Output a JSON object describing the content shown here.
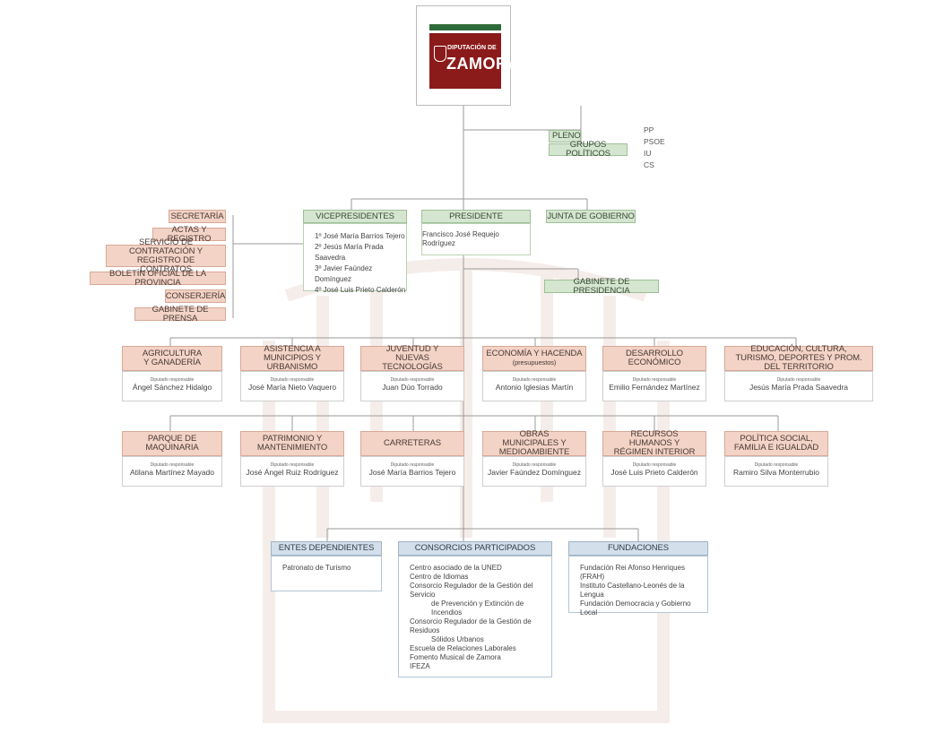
{
  "logo": {
    "line1": "DIPUTACIÓN DE",
    "line2": "ZAMORA",
    "color": "#8b1a1a"
  },
  "pleno": {
    "label": "PLENO",
    "grupos_label": "GRUPOS POLÍTICOS",
    "parties": [
      "PP",
      "PSOE",
      "IU",
      "CS"
    ]
  },
  "vicepresidentes": {
    "title": "VICEPRESIDENTES",
    "members": [
      "1º José María Barrios Tejero",
      "2º Jesús María Prada Saavedra",
      "3º Javier Faúndez Domínguez",
      "4º José Luis Prieto Calderón"
    ]
  },
  "presidente": {
    "title": "PRESIDENTE",
    "name": "Francisco José Requejo Rodríguez"
  },
  "junta": {
    "label": "JUNTA DE GOBIERNO"
  },
  "gabinete_presidencia": {
    "label": "GABINETE DE PRESIDENCIA"
  },
  "staff": [
    "SECRETARÍA",
    "ACTAS Y REGISTRO",
    "SERVICIO DE CONTRATACIÓN Y REGISTRO DE CONTRATOS",
    "BOLETÍN OFICIAL DE LA PROVINCIA",
    "CONSERJERÍA",
    "GABINETE DE PRENSA"
  ],
  "diputado_label": "Diputado responsable",
  "row1": [
    {
      "title": "AGRICULTURA Y GANADERÍA",
      "sub": "",
      "name": "Ángel Sánchez Hidalgo"
    },
    {
      "title": "ASISTENCIA A MUNICIPIOS Y URBANISMO",
      "sub": "",
      "name": "José María Nieto Vaquero"
    },
    {
      "title": "JUVENTUD Y NUEVAS TECNOLOGÍAS",
      "sub": "",
      "name": "Juan Dúo Torrado"
    },
    {
      "title": "ECONOMÍA Y HACENDA",
      "sub": "(presupuestos)",
      "name": "Antonio Iglesias Martín"
    },
    {
      "title": "DESARROLLO ECONÓMICO",
      "sub": "",
      "name": "Emilio Fernández Martínez"
    },
    {
      "title": "EDUCACIÓN, CULTURA, TURISMO, DEPORTES Y PROM. DEL TERRITORIO",
      "sub": "",
      "name": "Jesús María Prada Saavedra"
    }
  ],
  "row2": [
    {
      "title": "PARQUE DE MAQUINARIA",
      "name": "Atilana Martínez Mayado"
    },
    {
      "title": "PATRIMONIO Y MANTENIMIENTO",
      "name": "José Ángel Ruiz Rodríguez"
    },
    {
      "title": "CARRETERAS",
      "name": "José María Barrios Tejero"
    },
    {
      "title": "OBRAS MUNICIPALES Y MEDIOAMBIENTE",
      "name": "Javier Faúndez Domínguez"
    },
    {
      "title": "RECURSOS HUMANOS Y RÉGIMEN INTERIOR",
      "name": "José Luis Prieto Calderón"
    },
    {
      "title": "POLÍTICA SOCIAL, FAMILIA E IGUALDAD",
      "name": "Ramiro Silva Monterrubio"
    }
  ],
  "entes": {
    "title": "ENTES DEPENDIENTES",
    "items": [
      "Patronato de Turismo"
    ]
  },
  "consorcios": {
    "title": "CONSORCIOS PARTICIPADOS",
    "items": [
      "Centro asociado de la UNED",
      "Centro de Idiomas",
      "Consorcio Regulador de la Gestión del Servicio",
      "de Prevención y Extinción de Incendios",
      "Consorcio Regulador de la Gestión de Residuos",
      "Sólidos Urbanos",
      "Escuela de Relaciones Laborales",
      "Fomento Musical de Zamora",
      "IFEZA"
    ]
  },
  "fundaciones": {
    "title": "FUNDACIONES",
    "items": [
      "Fundación Rei Afonso Henriques (FRAH)",
      "Instituto Castellano-Leonés de la Lengua",
      "Fundación Democracia y Gobierno Local"
    ]
  }
}
